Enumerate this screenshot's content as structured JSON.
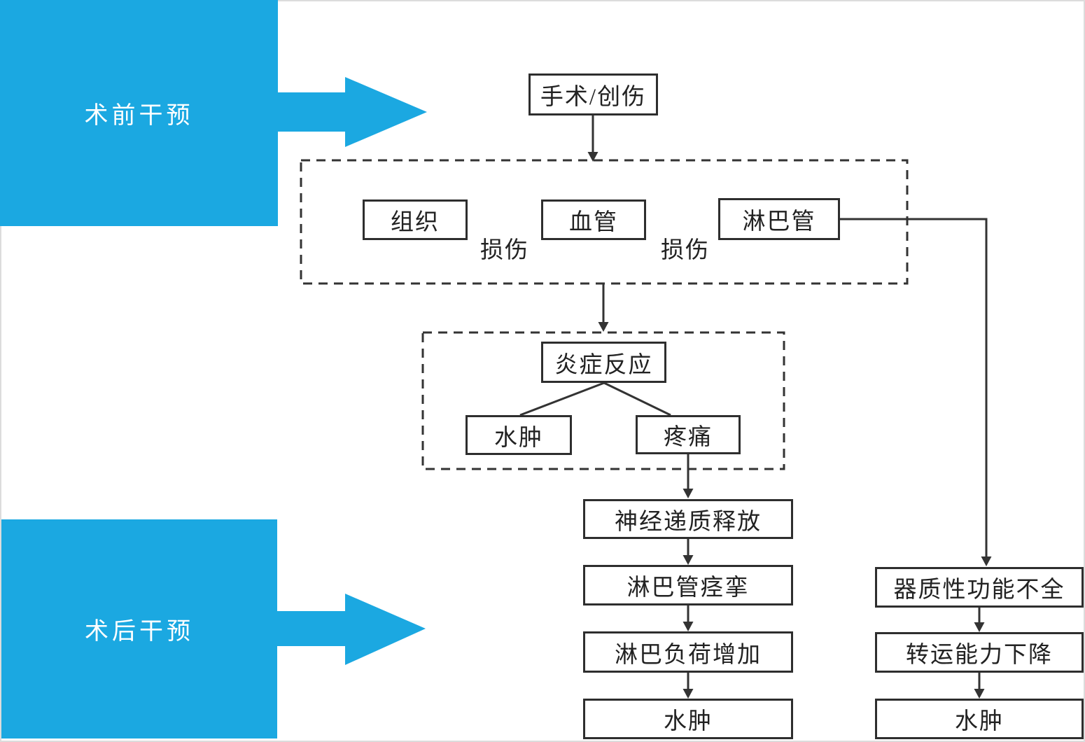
{
  "colors": {
    "accent": "#1BA8E1",
    "line": "#333333",
    "ink": "#222222",
    "background": "#ffffff"
  },
  "banners": {
    "preop": "术前干预",
    "postop": "术后干预"
  },
  "nodes": {
    "trigger": "手术/创伤",
    "tissue": "组织",
    "injury_label_1": "损伤",
    "vessel": "血管",
    "injury_label_2": "损伤",
    "lymph_vessel": "淋巴管",
    "inflammation": "炎症反应",
    "edema_inflammation": "水肿",
    "pain": "疼痛",
    "neurotransmitter_release": "神经递质释放",
    "lymph_vessel_spasm": "淋巴管痉挛",
    "lymph_load_increase": "淋巴负荷增加",
    "edema_functional": "水肿",
    "organic_insufficiency": "器质性功能不全",
    "transport_capacity_decline": "转运能力下降",
    "edema_organic": "水肿"
  },
  "edges": [
    {
      "from": "手术/创伤",
      "to": "组织/血管/淋巴管 损伤"
    },
    {
      "from": "组织/血管 损伤",
      "to": "炎症反应"
    },
    {
      "from": "炎症反应",
      "to": "水肿"
    },
    {
      "from": "炎症反应",
      "to": "疼痛"
    },
    {
      "from": "疼痛",
      "to": "神经递质释放"
    },
    {
      "from": "神经递质释放",
      "to": "淋巴管痉挛"
    },
    {
      "from": "淋巴管痉挛",
      "to": "淋巴负荷增加"
    },
    {
      "from": "淋巴负荷增加",
      "to": "水肿"
    },
    {
      "from": "淋巴管",
      "to": "器质性功能不全"
    },
    {
      "from": "器质性功能不全",
      "to": "转运能力下降"
    },
    {
      "from": "转运能力下降",
      "to": "水肿"
    }
  ]
}
